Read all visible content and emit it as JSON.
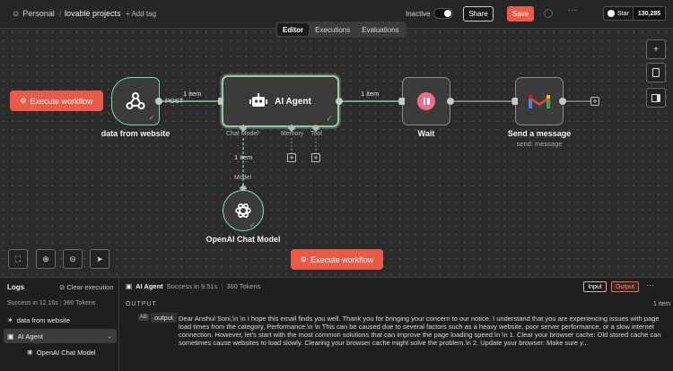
{
  "header": {
    "workspace": "Personal",
    "separator": "/",
    "project": "lovable projects",
    "add_tag": "+ Add tag",
    "status_label": "Inactive",
    "share_label": "Share",
    "save_label": "Save",
    "github_star_label": "Star",
    "github_star_count": "130,285"
  },
  "tabs": [
    {
      "label": "Editor",
      "active": true
    },
    {
      "label": "Executions",
      "active": false
    },
    {
      "label": "Evaluations",
      "active": false
    }
  ],
  "canvas": {
    "execute_left_label": "Execute workflow",
    "execute_bottom_label": "Execute workflow",
    "nodes": {
      "webhook": {
        "label": "data from website",
        "icon": "webhook-icon"
      },
      "agent": {
        "label": "AI Agent",
        "icon": "robot-icon"
      },
      "wait": {
        "label": "Wait",
        "icon": "pause-icon"
      },
      "gmail": {
        "label": "Send a message",
        "sublabel": "send: message",
        "icon": "gmail-icon"
      },
      "openai": {
        "label": "OpenAI Chat Model",
        "icon": "openai-icon"
      }
    },
    "edge_labels": {
      "webhook_post": "POST",
      "webhook_to_agent": "1 item",
      "agent_to_wait": "1 item",
      "model_to_agent": "1 item"
    },
    "ports": {
      "chat_model": "Chat Model",
      "required_mark": "*",
      "memory": "Memory",
      "tool": "Tool",
      "model": "Model"
    }
  },
  "logs": {
    "title": "Logs",
    "clear_label": "Clear execution",
    "meta_success": "Success in 12.16s",
    "meta_tokens": "360 Tokens",
    "items": [
      {
        "label": "data from website",
        "icon": "webhook-icon"
      },
      {
        "label": "AI Agent",
        "icon": "robot-icon",
        "selected": true
      },
      {
        "label": "OpenAI Chat Model",
        "icon": "openai-icon"
      }
    ],
    "run_node": "AI Agent",
    "run_status": "Success in 9.51s",
    "run_tokens": "360 Tokens",
    "input_label": "Input",
    "output_label": "Output",
    "output_heading": "OUTPUT",
    "item_count": "1 item",
    "key_type": "AB",
    "output_key": "output",
    "output_value": "Dear Anshul Soni,\\n \\n I hope this email finds you well. Thank you for bringing your concern to our notice. I understand that you are experiencing issues with page load times from the category, Performance.\\n \\n This can be caused due to several factors such as a heavy website, poor server performance, or a slow internet connection. However, let's start with the most common solutions that can improve the page loading speed:\\n \\n 1. Clear your browser cache: Old stored cache can sometimes cause websites to load slowly. Clearing your browser cache might solve the problem.\\n 2. Update your browser: Make sure y..."
  },
  "colors": {
    "accent": "#eb5a46",
    "success": "#4ec27c",
    "canvas_bg": "#2b2b2c"
  }
}
